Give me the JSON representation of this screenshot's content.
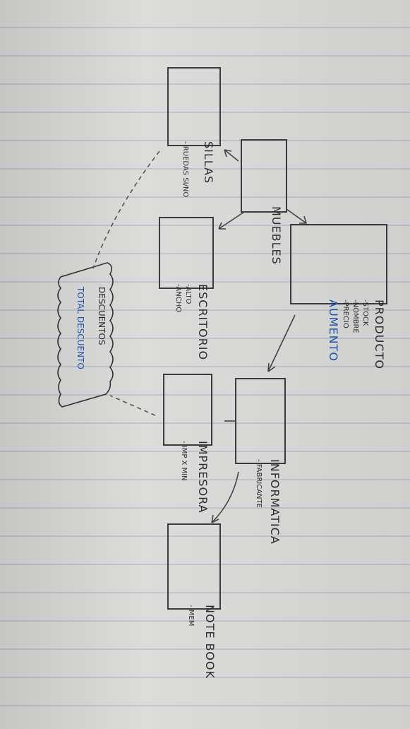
{
  "diagram": {
    "producto": {
      "title": "PRODUCTO",
      "attrs": [
        "-STOCK",
        "-NOMBRE",
        "-PRECIO"
      ],
      "method": "AUMENTO"
    },
    "muebles": {
      "title": "MUEBLES"
    },
    "sillas": {
      "title": "SILLAS",
      "attr": "- RUEDAS SI/NO"
    },
    "escritorio": {
      "title": "ESCRITORIO",
      "attrs": [
        "-ALTO",
        "-ANCHO"
      ]
    },
    "informatica": {
      "title": "INFORMATICA",
      "attr": "- FABRICANTE"
    },
    "impresora": {
      "title": "IMPRESORA",
      "attr": "- IMP X MIN"
    },
    "notebook": {
      "title": "NOTE BOOK",
      "attr": "- MEM"
    },
    "note": {
      "line1": "DESCUENTOS",
      "line2": "TOTAL DESCUENTO"
    },
    "colors": {
      "ink": "#2d2d30",
      "blue_ink": "#1f58b5",
      "paper": "#dcdcda",
      "rule": "#bfc6d0"
    }
  }
}
